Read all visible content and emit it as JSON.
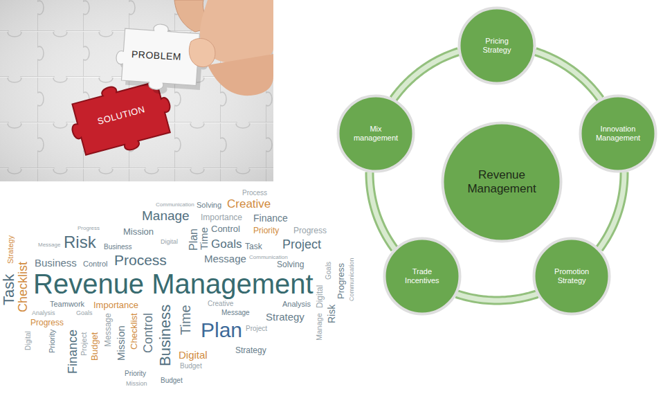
{
  "diagram": {
    "nodes": [
      {
        "text": [
          "Pricing Strategy"
        ]
      },
      {
        "text": [
          "Mix management"
        ]
      },
      {
        "text": [
          "Revenue Management"
        ]
      },
      {
        "text": [
          "Innovation Management"
        ]
      },
      {
        "text": [
          "Trade Incentives"
        ]
      },
      {
        "text": [
          "Promotion Strategy"
        ]
      }
    ],
    "edges": [
      {
        "from": 0,
        "to": 3,
        "arrow": "none"
      },
      {
        "from": 3,
        "to": 5,
        "arrow": "none"
      },
      {
        "from": 5,
        "to": 4,
        "arrow": "none"
      },
      {
        "from": 4,
        "to": 1,
        "arrow": "none"
      },
      {
        "from": 1,
        "to": 0,
        "arrow": "none"
      }
    ],
    "labels": [
      "PROBLEM",
      "SOLUTION",
      "Process",
      "Communication",
      "Solving",
      "Creative",
      "Manage",
      "Importance",
      "Finance",
      "Mission",
      "Control",
      "Priority",
      "Progress",
      "Digital",
      "Progress",
      "Risk",
      "Goals",
      "Task",
      "Project",
      "Business",
      "Message",
      "Process",
      "Message",
      "Communication",
      "Solving",
      "Business",
      "Control",
      "Plan",
      "Time",
      "Strategy",
      "Revenue Management",
      "Task",
      "Checklist",
      "Teamwork",
      "Importance",
      "Analysis",
      "Goals",
      "Creative",
      "Analysis",
      "Message",
      "Strategy",
      "Plan",
      "Project",
      "Progress",
      "Digital",
      "Budget",
      "Finance",
      "Priority",
      "Digital",
      "Business",
      "Time",
      "Control",
      "Checklist",
      "Mission",
      "Message",
      "Budget",
      "Priority",
      "Mission",
      "Budget",
      "Goals",
      "Progress",
      "Communication",
      "Digital",
      "Manage",
      "Risk",
      "Strategy",
      "Project"
    ]
  }
}
